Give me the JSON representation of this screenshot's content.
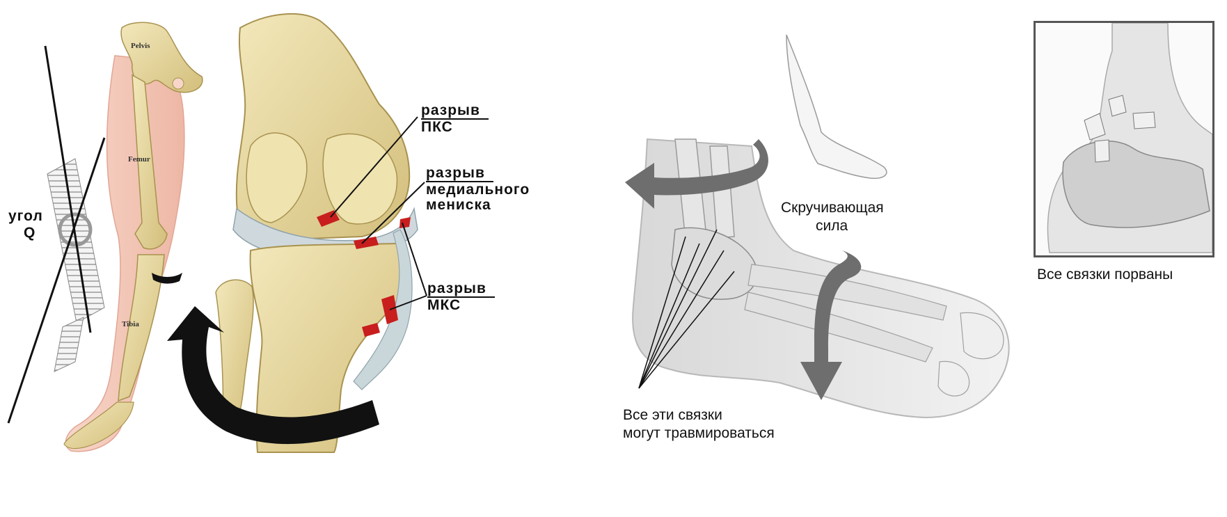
{
  "left_figure": {
    "q_angle_label_line1": "угол",
    "q_angle_label_line2": "Q",
    "bone_labels": {
      "pelvis": "Pelvis",
      "femur": "Femur",
      "tibia": "Tibia"
    },
    "acl_tear": {
      "line1": "разрыв",
      "line2": "ПКС"
    },
    "meniscus_tear": {
      "line1": "разрыв",
      "line2": "медиального",
      "line3": "мениска"
    },
    "mcl_tear": {
      "line1": "разрыв",
      "line2": "МКС"
    }
  },
  "right_figure": {
    "twisting_force": {
      "line1": "Скручивающая",
      "line2": "сила"
    },
    "all_ligaments_torn": "Все связки порваны",
    "ligaments_at_risk": {
      "line1": "Все эти связки",
      "line2": "могут травмироваться"
    }
  },
  "colors": {
    "bone": "#e9dca0",
    "bone_shade": "#c9b46a",
    "skin": "#f4c7b8",
    "tear_red": "#c81e1e",
    "arrow_dark": "#111111",
    "arrow_grey": "#6e6e6e"
  }
}
